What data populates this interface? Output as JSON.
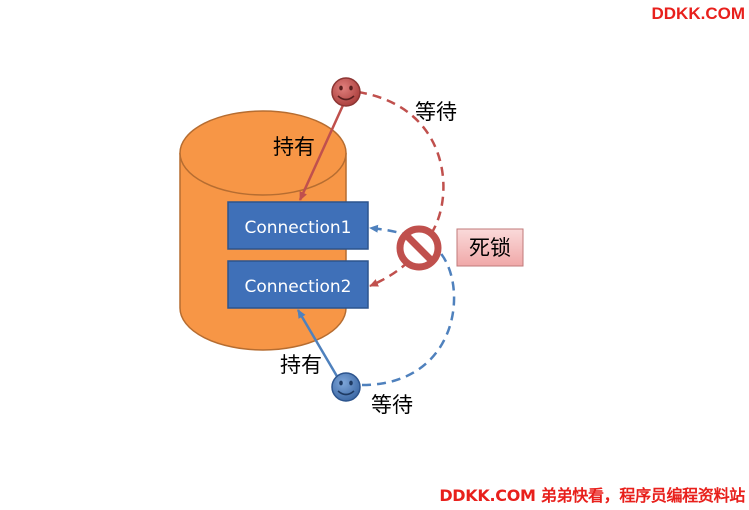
{
  "watermark": {
    "top": "DDKK.COM",
    "bottom": "DDKK.COM 弟弟快看，程序员编程资料站"
  },
  "database": {
    "connections": [
      "Connection1",
      "Connection2"
    ]
  },
  "labels": {
    "hold_top": "持有",
    "wait_top": "等待",
    "hold_bottom": "持有",
    "wait_bottom": "等待",
    "deadlock": "死锁"
  },
  "colors": {
    "cylinder": "#f79646",
    "cylinder_stroke": "#b66d31",
    "connection_box": "#3f70b8",
    "red_actor": "#c0504d",
    "blue_actor": "#4f81bd",
    "deadlock_box": "#f2b6b6",
    "watermark": "#e8201c"
  },
  "icons": {
    "red_actor": "smiley-face-icon",
    "blue_actor": "smiley-face-icon",
    "deadlock": "prohibited-icon"
  }
}
